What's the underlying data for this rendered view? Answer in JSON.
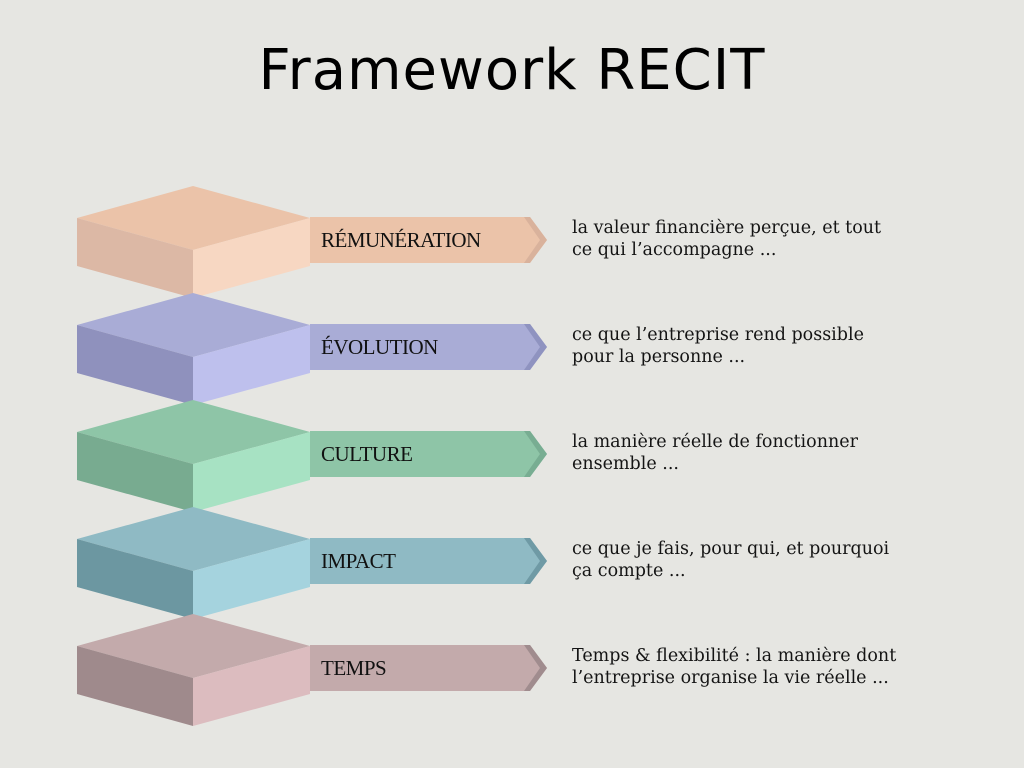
{
  "title": "Framework RECIT",
  "rows": [
    {
      "label": "RÉMUNÉRATION",
      "desc_line1": "la valeur financière perçue, et tout",
      "desc_line2": "ce qui l’accompagne ...",
      "colors": {
        "top": "#ebc3a9",
        "left": "#dcb8a5",
        "right": "#f7d7c2",
        "banner": "#ebc3a9",
        "chevron": "#d9b29c"
      }
    },
    {
      "label": "ÉVOLUTION",
      "desc_line1": "ce que l’entreprise rend possible",
      "desc_line2": "pour la personne ...",
      "colors": {
        "top": "#a9acd6",
        "left": "#8f91bd",
        "right": "#bec0ed",
        "banner": "#a9acd6",
        "chevron": "#8f93c0"
      }
    },
    {
      "label": "CULTURE",
      "desc_line1": "la manière réelle de fonctionner",
      "desc_line2": "ensemble ...",
      "colors": {
        "top": "#8ec5a7",
        "left": "#78ab90",
        "right": "#a7e2c3",
        "banner": "#8ec5a7",
        "chevron": "#78ad92"
      }
    },
    {
      "label": "IMPACT",
      "desc_line1": "ce que je fais, pour qui, et pourquoi",
      "desc_line2": "ça compte ...",
      "colors": {
        "top": "#8fbac4",
        "left": "#6c97a1",
        "right": "#a5d3de",
        "banner": "#8fbac4",
        "chevron": "#6f9aa5"
      }
    },
    {
      "label": "TEMPS",
      "desc_line1": "Temps & flexibilité : la manière dont",
      "desc_line2": "l’entreprise organise la vie réelle ...",
      "colors": {
        "top": "#c3aaab",
        "left": "#9f8a8c",
        "right": "#dcbcbf",
        "banner": "#c3aaab",
        "chevron": "#a08c8e"
      }
    }
  ]
}
